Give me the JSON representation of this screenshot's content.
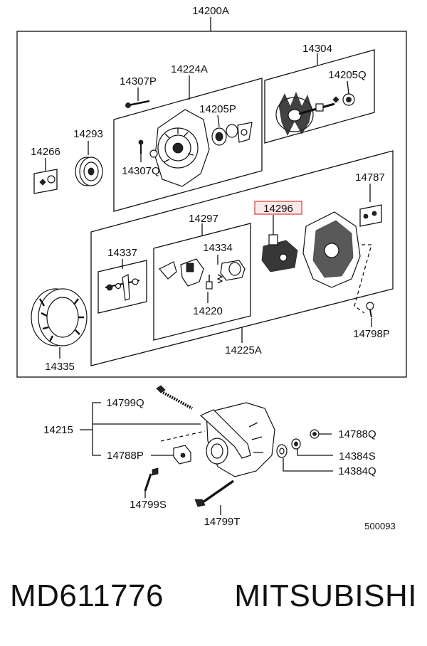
{
  "labels": {
    "l14200A": "14200A",
    "l14304": "14304",
    "l14205Q": "14205Q",
    "l14307P": "14307P",
    "l14224A": "14224A",
    "l14205P": "14205P",
    "l14293": "14293",
    "l14266": "14266",
    "l14307Q": "14307Q",
    "l14787": "14787",
    "l14296": "14296",
    "l14297": "14297",
    "l14337": "14337",
    "l14334": "14334",
    "l14220": "14220",
    "l14798P": "14798P",
    "l14335": "14335",
    "l14225A": "14225A",
    "l14799Q": "14799Q",
    "l14215": "14215",
    "l14788P": "14788P",
    "l14788Q": "14788Q",
    "l14384S": "14384S",
    "l14384Q": "14384Q",
    "l14799S": "14799S",
    "l14799T": "14799T",
    "diagram_code": "500093"
  },
  "footer": {
    "part_number": "MD611776",
    "brand": "MITSUBISHI"
  },
  "colors": {
    "highlight_fill": "#fde8ea",
    "highlight_stroke": "#d9534f",
    "line": "#111111"
  }
}
